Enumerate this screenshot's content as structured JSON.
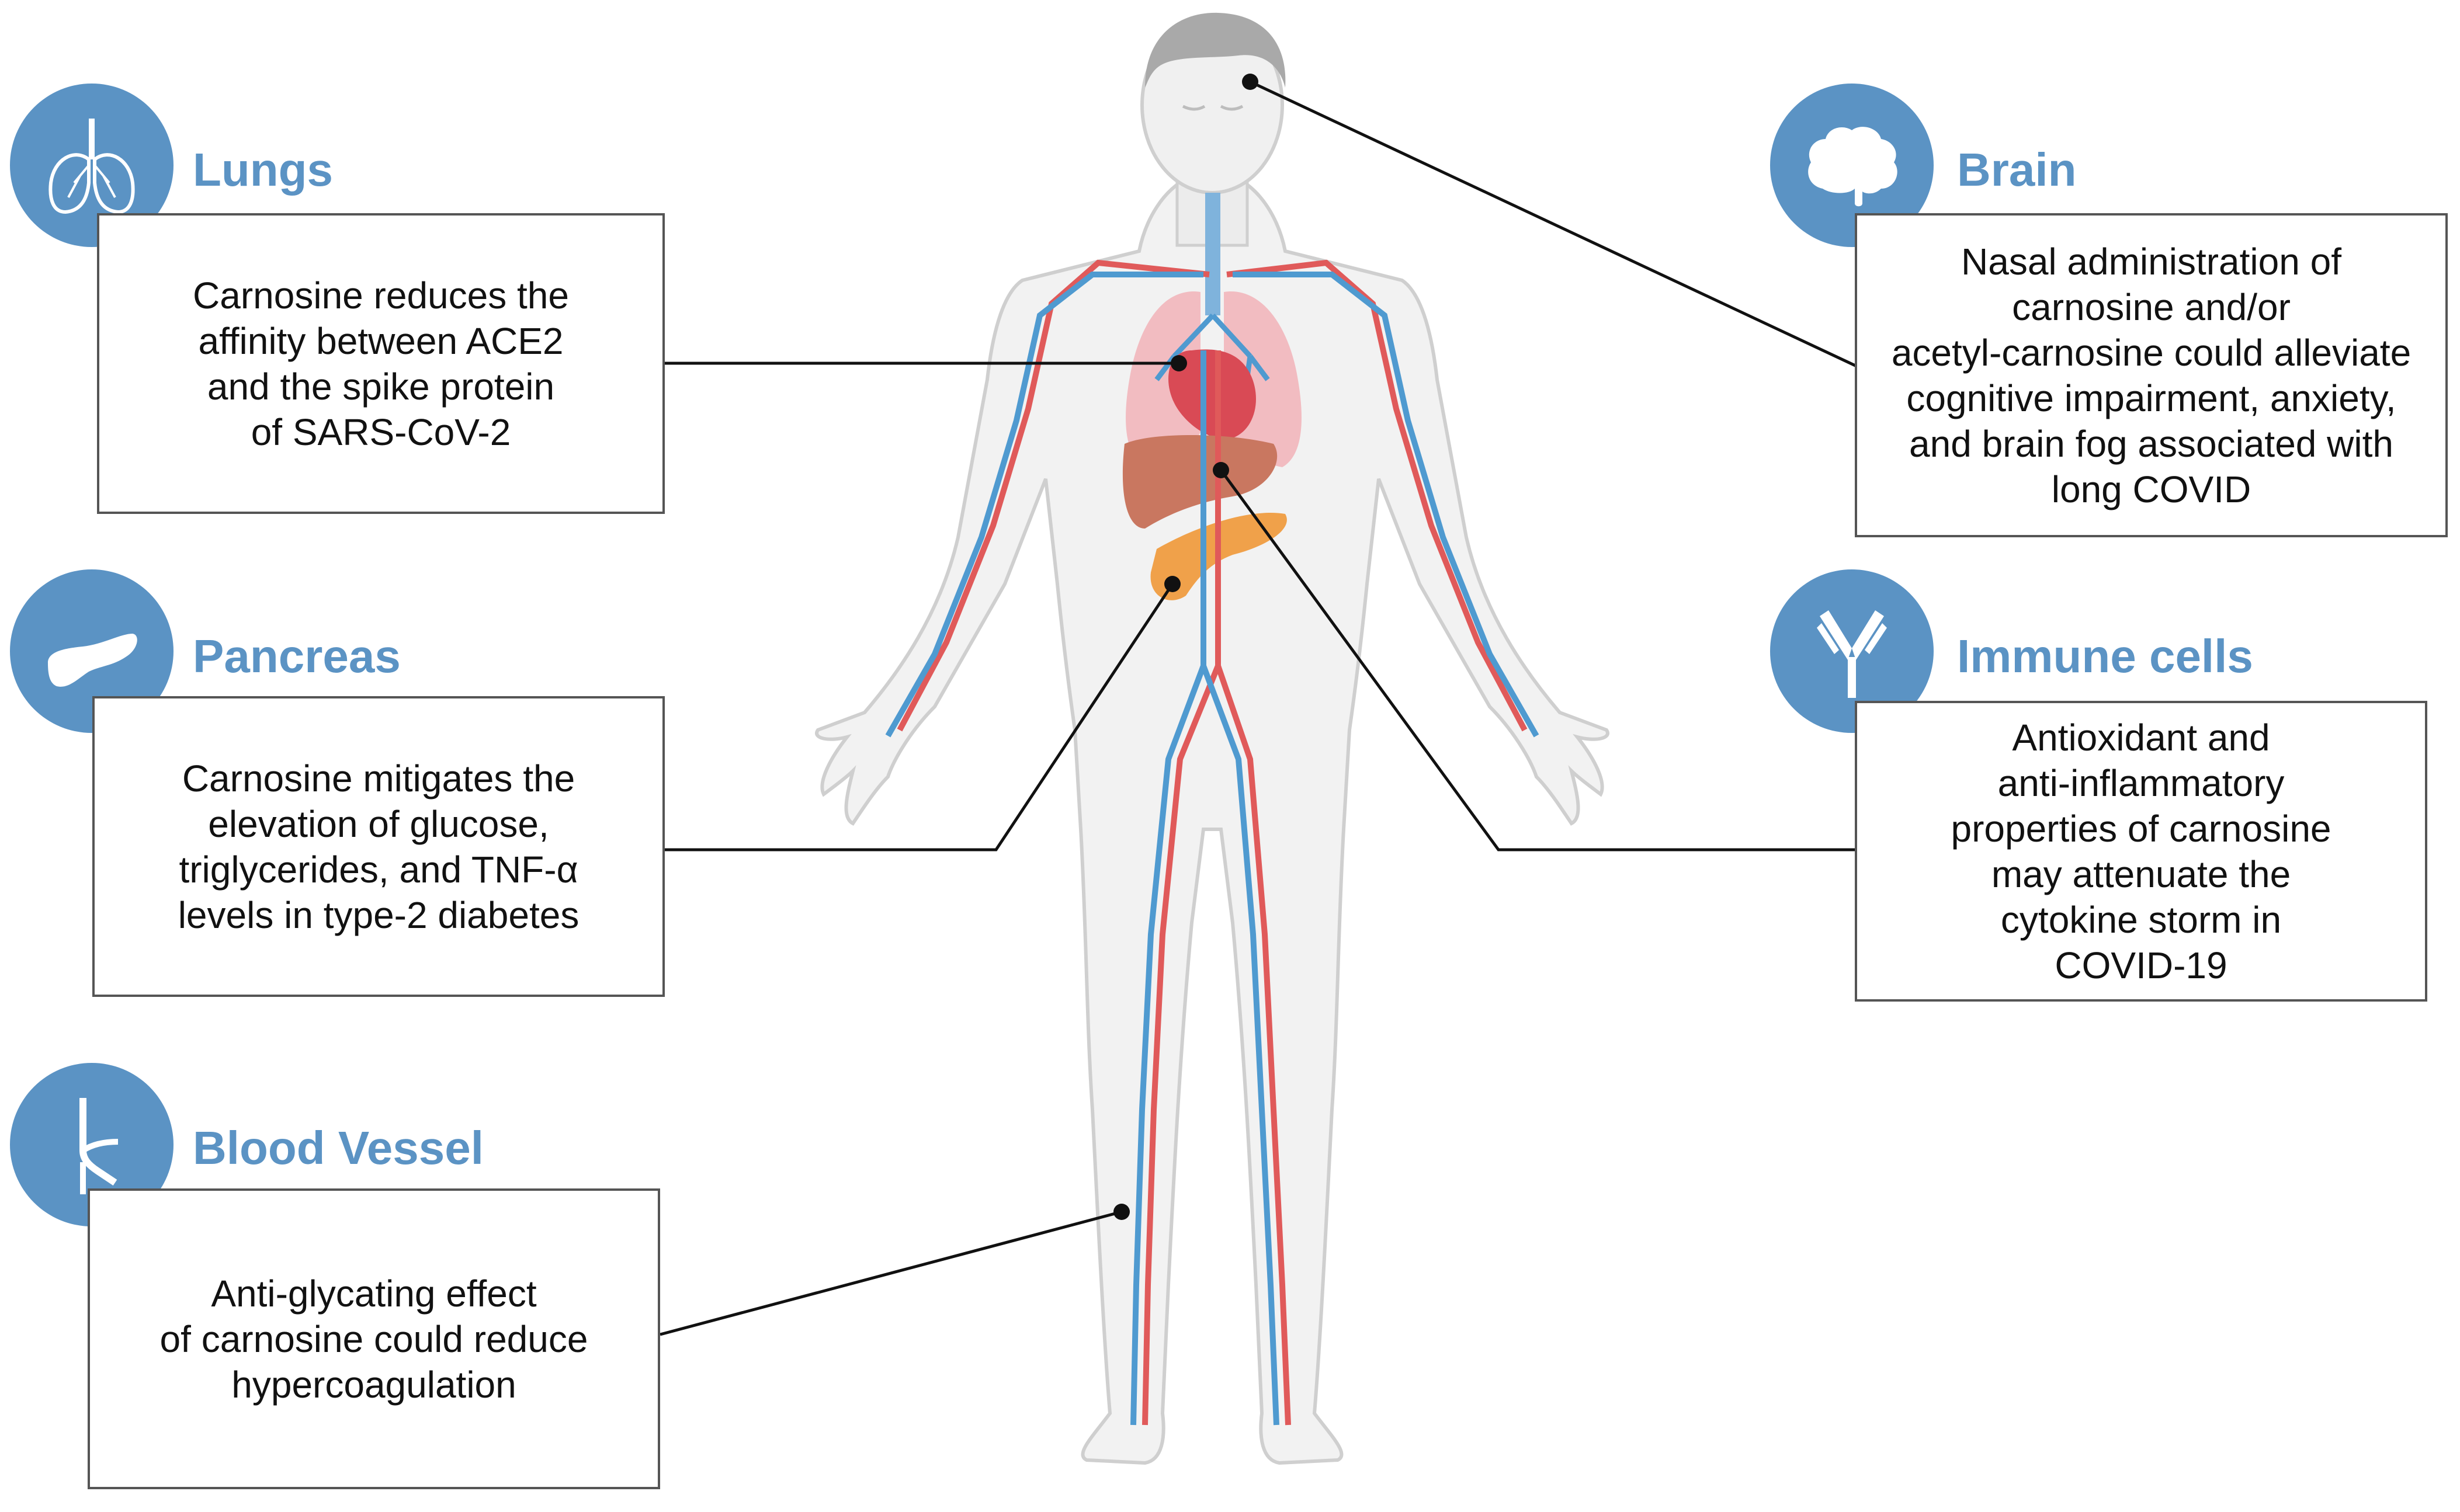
{
  "colors": {
    "accent_blue": "#5b93c4",
    "artery_red": "#e05a5a",
    "vein_blue": "#4f9ad0",
    "lung_pink": "#f2b3b8",
    "liver_brown": "#c97760",
    "pancreas_orange": "#f0a14a",
    "body_fill": "#f2f2f2",
    "body_outline": "#cfcfcf",
    "hair_gray": "#a9a9a9"
  },
  "panels": [
    {
      "id": "lungs",
      "title": "Lungs",
      "icon": "lungs-icon",
      "text": "Carnosine reduces the\naffinity between ACE2\nand the spike protein\nof SARS-CoV-2"
    },
    {
      "id": "pancreas",
      "title": "Pancreas",
      "icon": "pancreas-icon",
      "text": "Carnosine mitigates the\nelevation of glucose,\ntriglycerides, and TNF-α\nlevels in type-2 diabetes"
    },
    {
      "id": "blood-vessel",
      "title": "Blood Vessel",
      "icon": "blood-vessel-icon",
      "text": "Anti-glycating effect\nof carnosine could reduce\nhypercoagulation"
    },
    {
      "id": "brain",
      "title": "Brain",
      "icon": "brain-icon",
      "text": "Nasal administration of\ncarnosine and/or\nacetyl-carnosine could alleviate\ncognitive impairment, anxiety,\nand brain fog associated with\nlong COVID"
    },
    {
      "id": "immune-cells",
      "title": "Immune cells",
      "icon": "antibody-icon",
      "text": "Antioxidant and\nanti-inflammatory\nproperties of carnosine\nmay attenuate the\ncytokine storm in\nCOVID-19"
    }
  ]
}
